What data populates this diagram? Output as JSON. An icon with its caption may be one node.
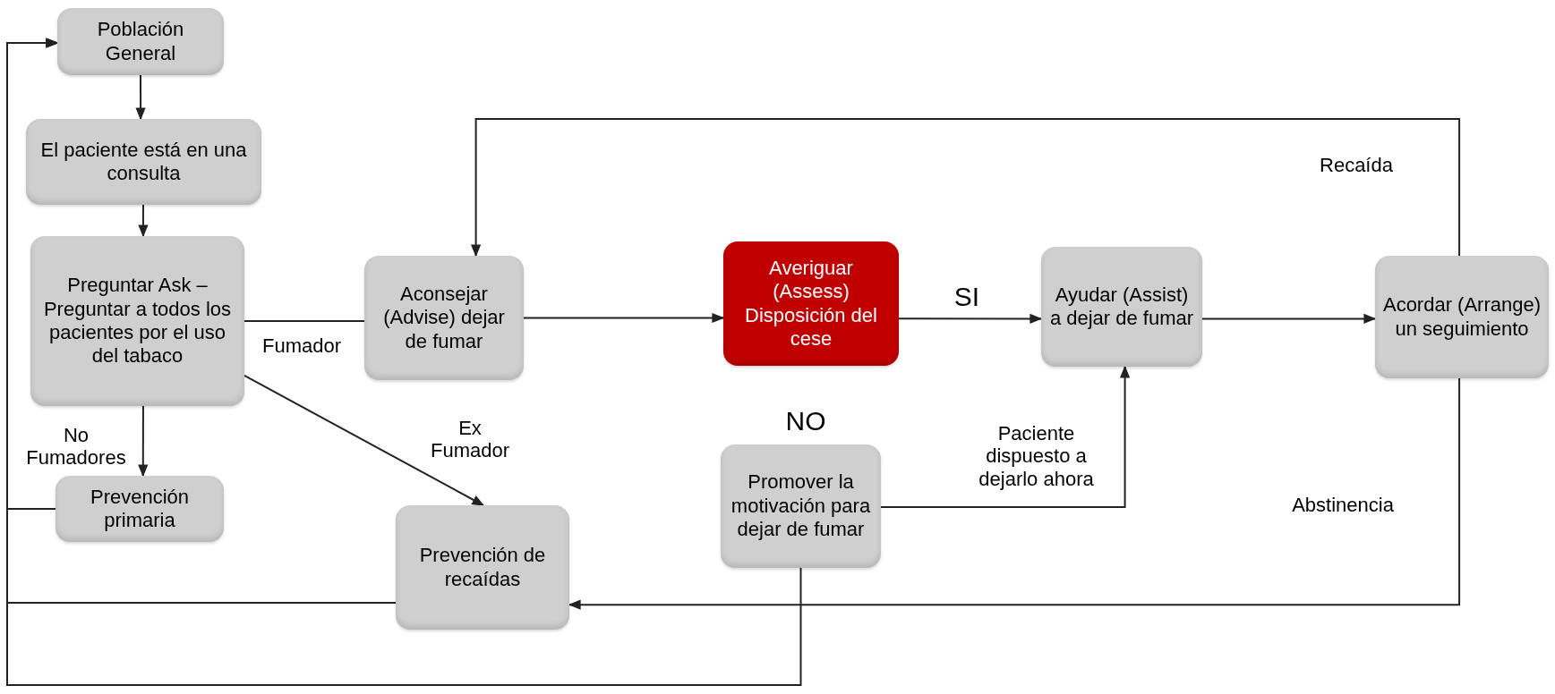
{
  "diagram": {
    "nodes": [
      {
        "text": [
          "Población General"
        ]
      },
      {
        "text": [
          "El paciente está en una consulta"
        ]
      },
      {
        "text": [
          "Preguntar Ask – Preguntar a todos los pacientes por el uso del tabaco"
        ]
      },
      {
        "text": [
          "Aconsejar (Advise) dejar de fumar"
        ]
      },
      {
        "text": [
          "Averiguar (Assess) Disposición del cese"
        ]
      },
      {
        "text": [
          "Ayudar (Assist) a dejar de fumar"
        ]
      },
      {
        "text": [
          "Acordar (Arrange) un seguimiento"
        ]
      },
      {
        "text": [
          "Prevención primaria"
        ]
      },
      {
        "text": [
          "Prevención de recaídas"
        ]
      },
      {
        "text": [
          "Promover la motivación para dejar de fumar"
        ]
      }
    ],
    "edges": [
      {
        "from": 0,
        "to": 1,
        "arrow": "to"
      },
      {
        "from": 1,
        "to": 2,
        "arrow": "to"
      },
      {
        "from": 2,
        "to": 3,
        "arrow": "none",
        "label": "Fumador"
      },
      {
        "from": 3,
        "to": 4,
        "arrow": "to"
      },
      {
        "from": 4,
        "to": 5,
        "arrow": "to",
        "label": "SI"
      },
      {
        "from": 5,
        "to": 6,
        "arrow": "to"
      },
      {
        "from": 6,
        "to": 3,
        "arrow": "to",
        "label": "Recaída"
      },
      {
        "from": 6,
        "to": 8,
        "arrow": "to",
        "label": "Abstinencia"
      },
      {
        "from": 2,
        "to": 7,
        "arrow": "to",
        "label": "No Fumadores"
      },
      {
        "from": 2,
        "to": 8,
        "arrow": "to",
        "label": "Ex Fumador"
      },
      {
        "from": 9,
        "to": 5,
        "arrow": "to",
        "label": "Paciente dispuesto a dejarlo ahora"
      },
      {
        "from": 9,
        "to": 0,
        "arrow": "to"
      },
      {
        "from": 7,
        "to": 0,
        "arrow": "to"
      },
      {
        "from": 8,
        "to": 0,
        "arrow": "to"
      }
    ],
    "labels": [
      "NO"
    ]
  }
}
